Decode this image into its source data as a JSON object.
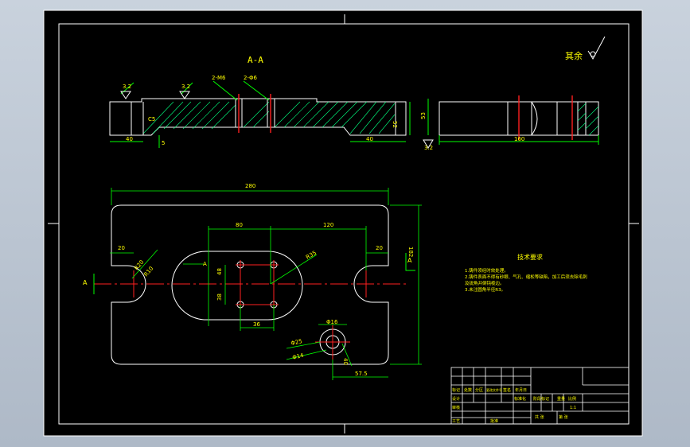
{
  "sheet": {
    "section_label": "A-A",
    "finish_note": "其余",
    "cut_marker_label": "A"
  },
  "dimensions": {
    "roughness_left_1": "3.2",
    "roughness_left_2": "3.2",
    "roughness_right": "3.2",
    "hole_note_1": "2-M6",
    "hole_note_2": "2-Φ6",
    "side_width_left": "40",
    "side_width_right": "40",
    "side_height": "52",
    "small_dim": "5",
    "chamfer_label": "C5",
    "right_view_height": "53",
    "right_view_width": "160",
    "overall_width": "280",
    "overall_height": "182",
    "center_dist_80": "80",
    "center_dist_120": "120",
    "slot_depth_left": "20",
    "slot_depth_right": "20",
    "slot_radius_left": "R20",
    "slot_radius_2": "R10",
    "oblong_radius": "R35",
    "vert_48": "48",
    "vert_38": "38",
    "horiz_36": "36",
    "hole_dia_top": "Φ16",
    "hole_dia_1": "Φ25",
    "hole_dia_2": "Φ14",
    "right_dim_40": "40",
    "bottom_dim": "57.5"
  },
  "notes": {
    "title": "技术要求",
    "lines": [
      "1.铸件须经时效处理。",
      "2.铸件表面不得有砂眼、气孔、缩松等缺陷，加工后须去除毛刺",
      "  及锐角并倒钝棱边。",
      "3.未注圆角半径R3。"
    ]
  },
  "title_block": {
    "row_headers": [
      "标记",
      "处数",
      "分区",
      "更改文件号",
      "签名",
      "年月日"
    ],
    "design": "设计",
    "standardize": "标准化",
    "review": "审核",
    "process": "工艺",
    "approve": "批准",
    "stage_mark": "阶段标记",
    "weight": "重量",
    "scale": "比例",
    "scale_value": "1:1",
    "sheets_total": "共  张",
    "sheet_no": "第  张"
  },
  "colors": {
    "paper": "#000000",
    "outline": "#ffffff",
    "dimension": "#00ff00",
    "centerline": "#ff2020",
    "hatch": "#00ff7f",
    "text": "#ffff00"
  }
}
